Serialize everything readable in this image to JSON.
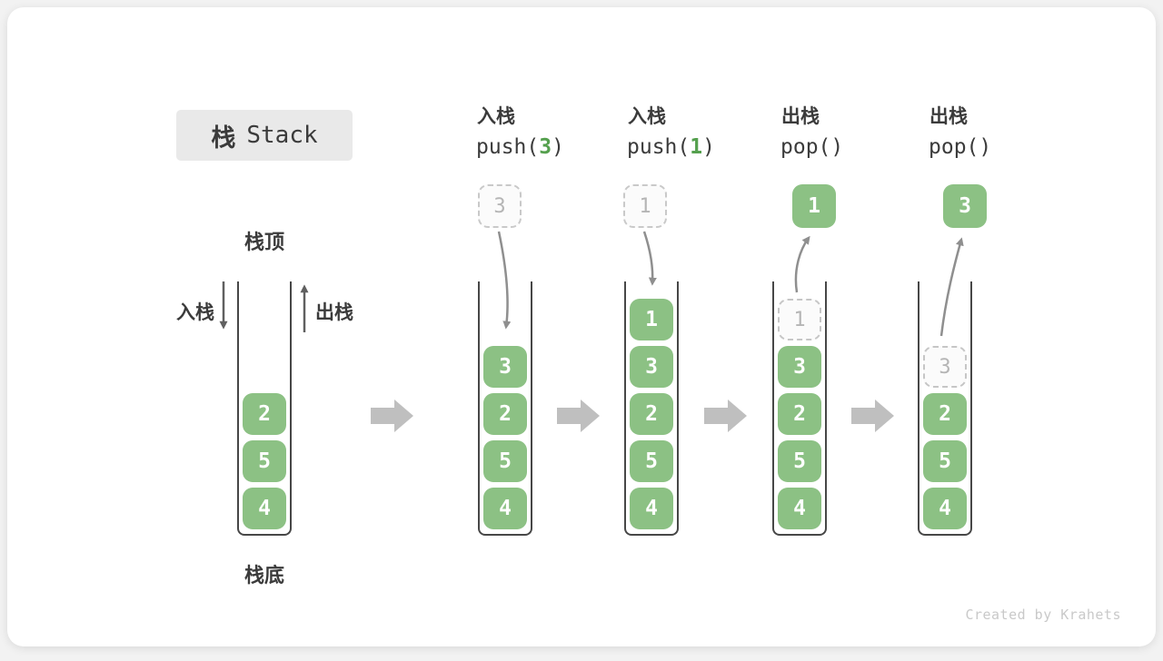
{
  "page": {
    "title": {
      "zh": "栈",
      "en": "Stack"
    },
    "credit": "Created by Krahets"
  },
  "legend": {
    "stack_top": "栈顶",
    "stack_bottom": "栈底",
    "push_label": "入栈",
    "pop_label": "出栈"
  },
  "colors": {
    "cell_green": "#8CC184",
    "code_arg_green": "#55A04E",
    "title_badge_bg": "#E9E9E9",
    "text_dark": "#3B3B3B",
    "ghost_border": "#C6C6C6",
    "ghost_text": "#B5B5B5",
    "thin_arrow_gray": "#8F8F8F",
    "block_arrow_gray": "#BFBFBF",
    "wall_gray": "#474747",
    "credit_gray": "#C9C9C9"
  },
  "icons": {
    "flow": "block-right-arrow-icon",
    "push_dir": "down-arrow-icon",
    "pop_dir": "up-arrow-icon",
    "push_curve": "curved-down-arrow-icon",
    "pop_curve": "curved-up-arrow-icon"
  },
  "stages": [
    {
      "name": "initial",
      "cells": [
        "2",
        "5",
        "4"
      ]
    },
    {
      "name": "push-3",
      "op_label": "入栈",
      "code_pre": "push(",
      "code_arg": "3",
      "code_post": ")",
      "incoming_value": "3",
      "cells": [
        "3",
        "2",
        "5",
        "4"
      ]
    },
    {
      "name": "push-1",
      "op_label": "入栈",
      "code_pre": "push(",
      "code_arg": "1",
      "code_post": ")",
      "incoming_value": "1",
      "cells": [
        "1",
        "3",
        "2",
        "5",
        "4"
      ]
    },
    {
      "name": "pop-1",
      "op_label": "出栈",
      "code_pre": "pop()",
      "code_arg": "",
      "code_post": "",
      "popped_value": "1",
      "ghost_value": "1",
      "cells": [
        "3",
        "2",
        "5",
        "4"
      ]
    },
    {
      "name": "pop-3",
      "op_label": "出栈",
      "code_pre": "pop()",
      "code_arg": "",
      "code_post": "",
      "popped_value": "3",
      "ghost_value": "3",
      "cells": [
        "2",
        "5",
        "4"
      ]
    }
  ]
}
